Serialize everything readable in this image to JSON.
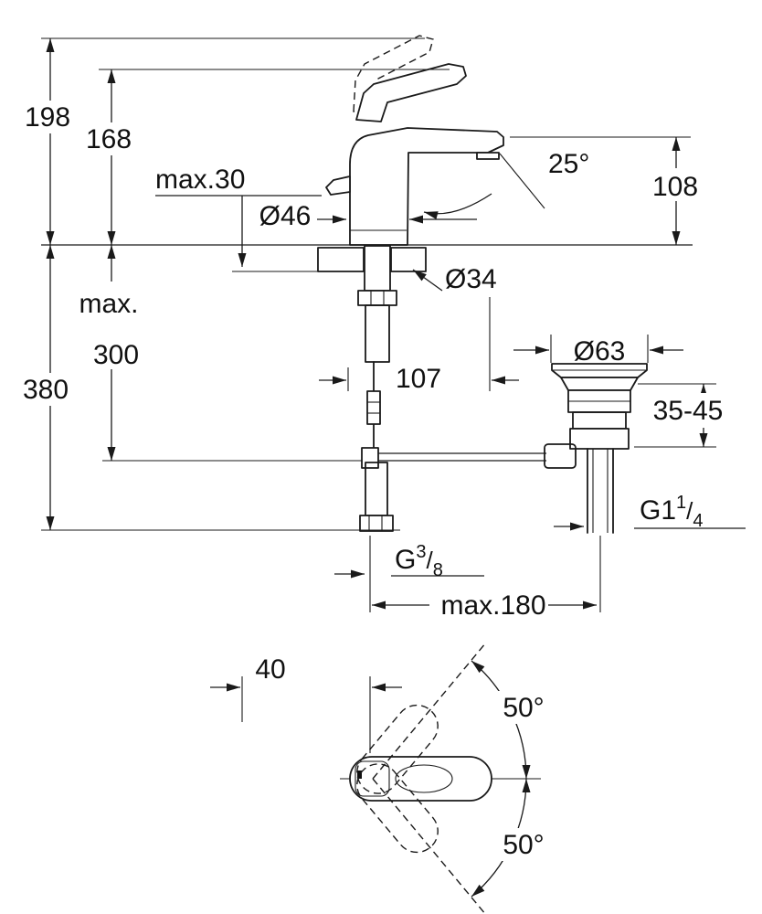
{
  "dims": {
    "d198": "198",
    "d168": "168",
    "dmax30": "max.30",
    "d46": "Ø46",
    "d25": "25°",
    "d108": "108",
    "dmaxword": "max.",
    "d300": "300",
    "d380": "380",
    "d34": "Ø34",
    "d107": "107",
    "d63": "Ø63",
    "d3545": "35-45",
    "dmax180": "max.180",
    "g114_main": "G1",
    "g114_sup": "1",
    "g114_slash": "/",
    "g114_sub": "4",
    "g38_main": "G",
    "g38_sup": "3",
    "g38_slash": "/",
    "g38_sub": "8"
  },
  "top_view": {
    "d40": "40",
    "d50a": "50°",
    "d50b": "50°"
  },
  "colors": {
    "line": "#1a1a1a",
    "text": "#111111",
    "background": "#ffffff"
  }
}
